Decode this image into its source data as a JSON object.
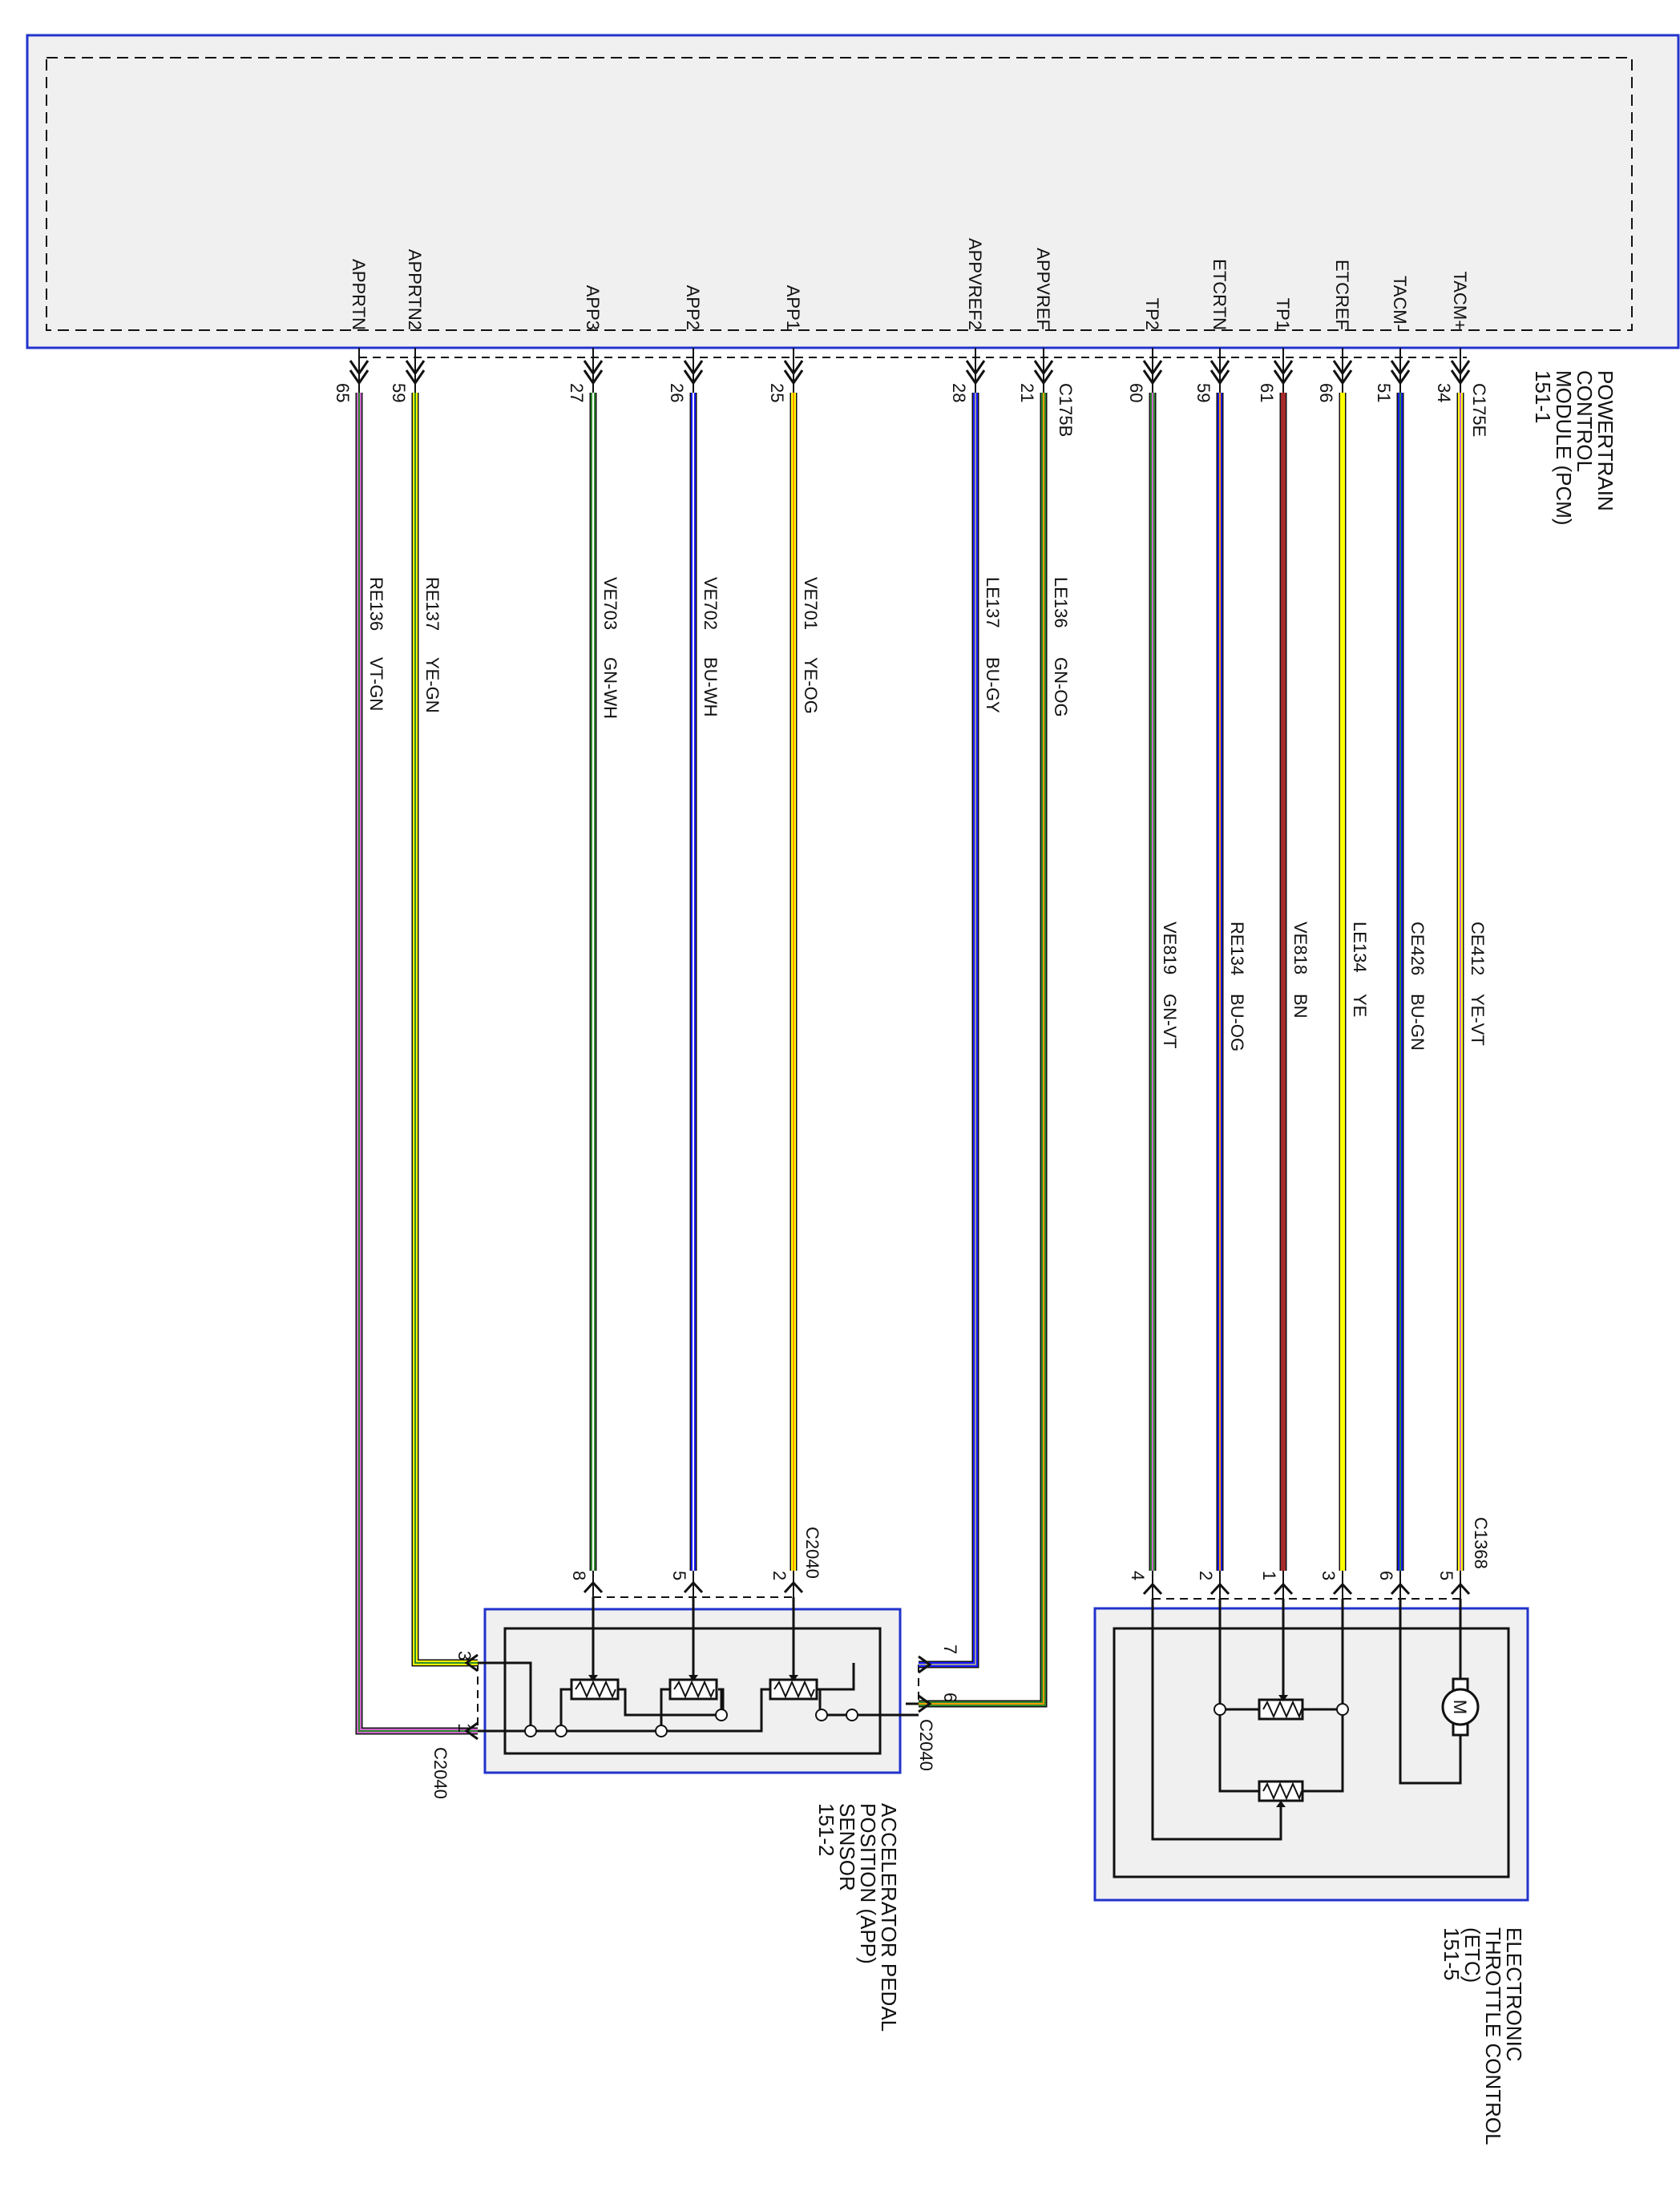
{
  "pcm": {
    "name_lines": [
      "POWERTRAIN",
      "CONTROL",
      "MODULE (PCM)",
      "151-1"
    ],
    "connector_a": "C175E",
    "connector_b": "C175B"
  },
  "app_sensor": {
    "name_lines": [
      "ACCELERATOR PEDAL",
      "POSITION (APP)",
      "SENSOR",
      "151-2"
    ],
    "connector": "C2040"
  },
  "etc": {
    "name_lines": [
      "ELECTRONIC",
      "THROTTLE CONTROL",
      "(ETC)",
      "151-5"
    ],
    "connector": "C1368"
  },
  "wires": [
    {
      "signal": "APPRTN",
      "pcm_pin": "65",
      "circuit": "RE136",
      "color_code": "VT-GN",
      "sensor_pin": "1",
      "color": "#cc66cc",
      "stripe": "#2e8b2e"
    },
    {
      "signal": "APPRTN2",
      "pcm_pin": "59",
      "circuit": "RE137",
      "color_code": "YE-GN",
      "sensor_pin": "3",
      "color": "#ffff00",
      "stripe": "#2e8b2e"
    },
    {
      "signal": "APP3",
      "pcm_pin": "27",
      "circuit": "VE703",
      "color_code": "GN-WH",
      "sensor_pin": "8",
      "color": "#2e8b2e",
      "stripe": "#ffffff"
    },
    {
      "signal": "APP2",
      "pcm_pin": "26",
      "circuit": "VE702",
      "color_code": "BU-WH",
      "sensor_pin": "5",
      "color": "#1a1aff",
      "stripe": "#ffffff"
    },
    {
      "signal": "APP1",
      "pcm_pin": "25",
      "circuit": "VE701",
      "color_code": "YE-OG",
      "sensor_pin": "2",
      "color": "#ffff00",
      "stripe": "#ff9900"
    },
    {
      "signal": "APPVREF2",
      "pcm_pin": "28",
      "circuit": "LE137",
      "color_code": "BU-GY",
      "sensor_pin": "7",
      "color": "#1a1aff",
      "stripe": "#999999"
    },
    {
      "signal": "APPVREF",
      "pcm_pin": "21",
      "circuit": "LE136",
      "color_code": "GN-OG",
      "sensor_pin": "6",
      "color": "#2e8b2e",
      "stripe": "#ff9900"
    },
    {
      "signal": "TP2",
      "pcm_pin": "60",
      "circuit": "VE819",
      "color_code": "GN-VT",
      "sensor_pin": "4",
      "color": "#2e8b2e",
      "stripe": "#cc66cc"
    },
    {
      "signal": "ETCRTN",
      "pcm_pin": "59",
      "circuit": "RE134",
      "color_code": "BU-OG",
      "sensor_pin": "2",
      "color": "#1a1aff",
      "stripe": "#ff9900"
    },
    {
      "signal": "TP1",
      "pcm_pin": "61",
      "circuit": "VE818",
      "color_code": "BN",
      "sensor_pin": "1",
      "color": "#a52a2a",
      "stripe": ""
    },
    {
      "signal": "ETCREF",
      "pcm_pin": "66",
      "circuit": "LE134",
      "color_code": "YE",
      "sensor_pin": "3",
      "color": "#ffff00",
      "stripe": ""
    },
    {
      "signal": "TACM-",
      "pcm_pin": "51",
      "circuit": "CE426",
      "color_code": "BU-GN",
      "sensor_pin": "6",
      "color": "#1a1aff",
      "stripe": "#2e8b2e"
    },
    {
      "signal": "TACM+",
      "pcm_pin": "34",
      "circuit": "CE412",
      "color_code": "YE-VT",
      "sensor_pin": "5",
      "color": "#ffff00",
      "stripe": "#cc66cc"
    }
  ]
}
